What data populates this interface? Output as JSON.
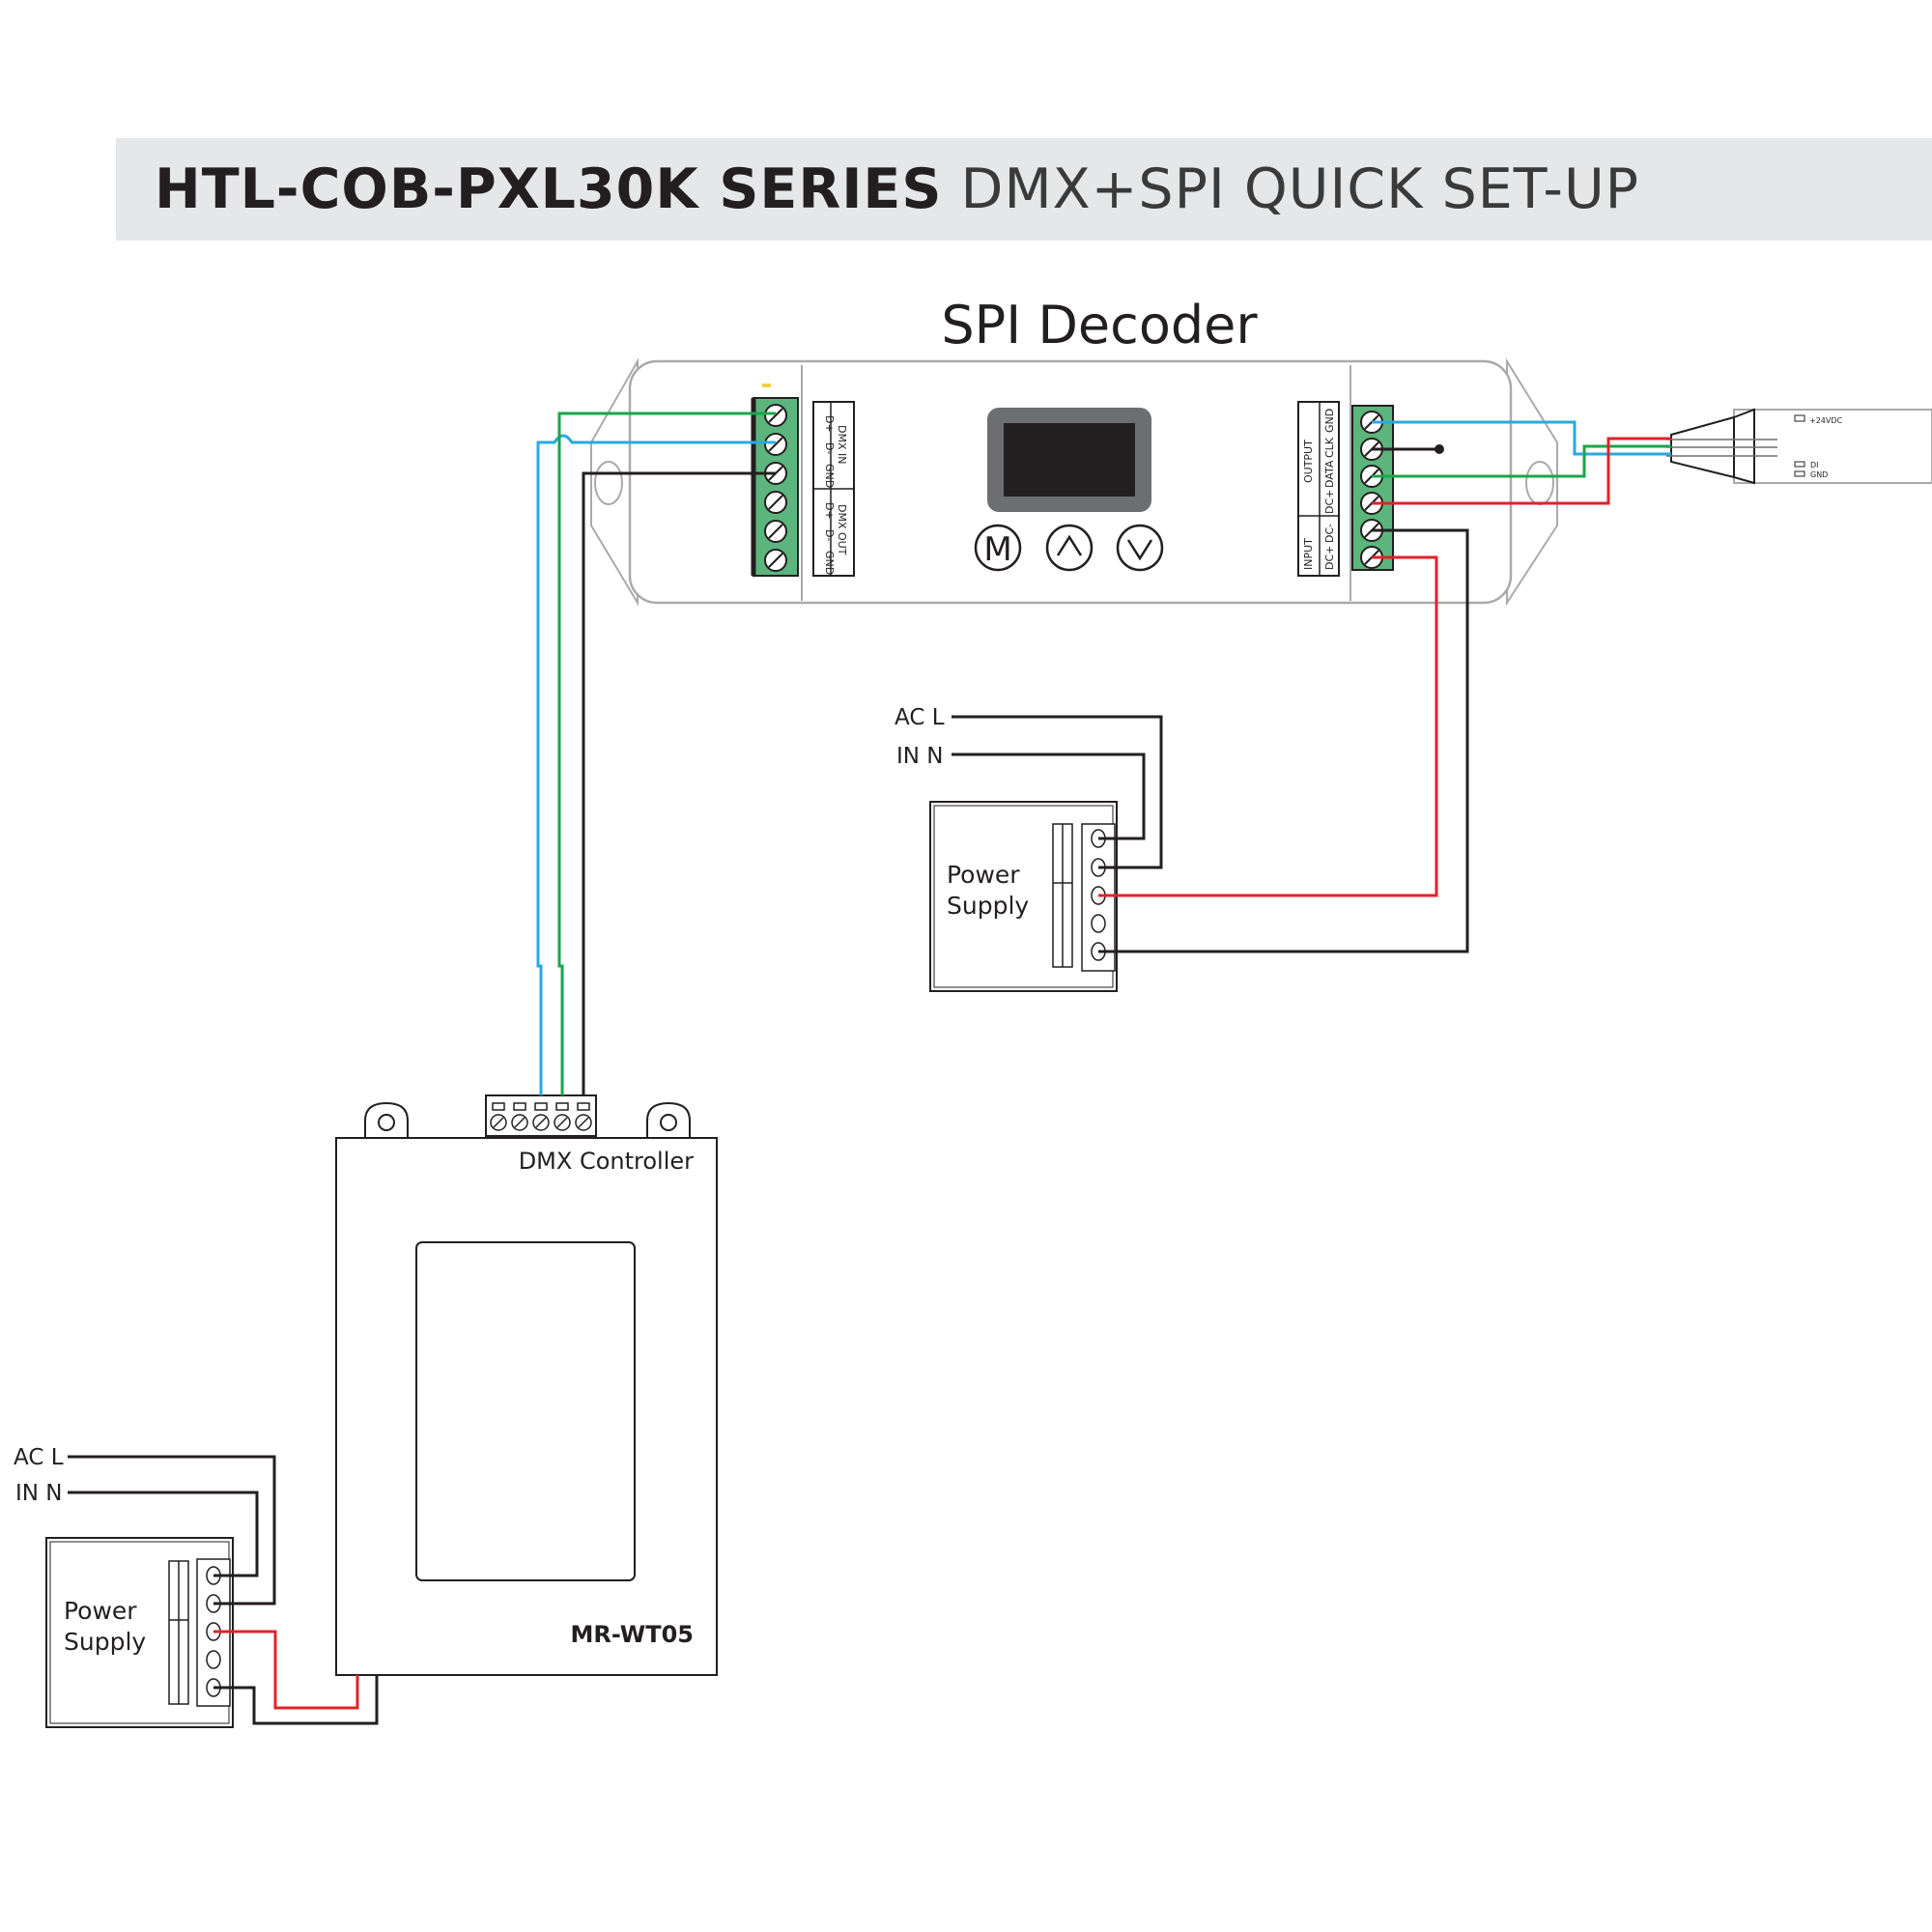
{
  "header": {
    "series": "HTL-COB-PXL30K SERIES",
    "subtitle": "DMX+SPI QUICK SET-UP"
  },
  "spi_decoder": {
    "title": "SPI Decoder",
    "buttons": [
      "M",
      "^",
      "v"
    ],
    "dmx_terminals": [
      "D+",
      "D-",
      "GND",
      "D+",
      "D-",
      "GND"
    ],
    "dmx_in_label": "DMX IN",
    "dmx_out_label": "DMX OUT",
    "output_terminals": [
      "GND",
      "CLK",
      "DATA",
      "DC+"
    ],
    "input_terminals": [
      "DC-",
      "DC+"
    ],
    "output_label": "OUTPUT",
    "input_label": "INPUT"
  },
  "led_strip": {
    "pins": [
      "+24VDC",
      "DI",
      "GND"
    ]
  },
  "power_supply_1": {
    "label_line1": "Power",
    "label_line2": "Supply",
    "ac_l": "AC L",
    "in_n": "IN N"
  },
  "power_supply_2": {
    "label_line1": "Power",
    "label_line2": "Supply",
    "ac_l": "AC L",
    "in_n": "IN N"
  },
  "dmx_controller": {
    "label": "DMX Controller",
    "model": "MR-WT05"
  },
  "colors": {
    "blue_wire": "#29a9e0",
    "green_wire": "#1aa64a",
    "red_wire": "#e32129",
    "black_wire": "#231f20",
    "terminal_green": "#5cb57d"
  }
}
